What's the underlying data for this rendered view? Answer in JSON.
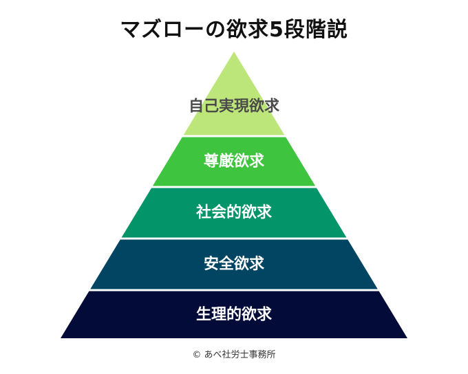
{
  "title": "マズローの欲求5段階説",
  "tiers": [
    {
      "label": "自己実現欲求",
      "color": "#bde67a",
      "text_color": "#4a4a4a"
    },
    {
      "label": "尊厳欲求",
      "color": "#3fc440",
      "text_color": "#ffffff"
    },
    {
      "label": "社会的欲求",
      "color": "#04946a",
      "text_color": "#ffffff"
    },
    {
      "label": "安全欲求",
      "color": "#024563",
      "text_color": "#ffffff"
    },
    {
      "label": "生理的欲求",
      "color": "#030b38",
      "text_color": "#ffffff"
    }
  ],
  "credit": "© あべ社労士事務所"
}
